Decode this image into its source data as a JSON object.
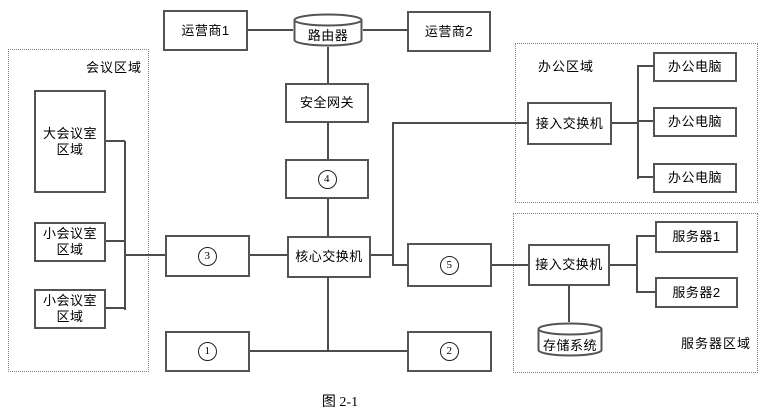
{
  "figure": {
    "caption": "图 2-1",
    "colors": {
      "background": "#ffffff",
      "box_border": "#545454",
      "line": "#4d4d4d",
      "zone_border": "#7f7f7f",
      "text": "#000000"
    },
    "zones": {
      "meeting": {
        "label": "会议区域"
      },
      "office": {
        "label": "办公区域"
      },
      "server": {
        "label": "服务器区域"
      }
    },
    "nodes": {
      "isp1": {
        "label": "运营商1"
      },
      "isp2": {
        "label": "运营商2"
      },
      "router": {
        "label": "路由器",
        "shape": "cylinder"
      },
      "gateway": {
        "label": "安全网关"
      },
      "core_switch": {
        "label": "核心交换机"
      },
      "num1": {
        "label": "①",
        "digit": "1"
      },
      "num2": {
        "label": "②",
        "digit": "2"
      },
      "num3": {
        "label": "③",
        "digit": "3"
      },
      "num4": {
        "label": "④",
        "digit": "4"
      },
      "num5": {
        "label": "⑤",
        "digit": "5"
      },
      "meeting_large": {
        "label": "大会议室\n区域"
      },
      "meeting_small1": {
        "label": "小会议室\n区域"
      },
      "meeting_small2": {
        "label": "小会议室\n区域"
      },
      "office_switch": {
        "label": "接入交换机"
      },
      "office_pc1": {
        "label": "办公电脑"
      },
      "office_pc2": {
        "label": "办公电脑"
      },
      "office_pc3": {
        "label": "办公电脑"
      },
      "server_switch": {
        "label": "接入交换机"
      },
      "server1": {
        "label": "服务器1"
      },
      "server2": {
        "label": "服务器2"
      },
      "storage": {
        "label": "存储系统",
        "shape": "cylinder"
      }
    }
  }
}
